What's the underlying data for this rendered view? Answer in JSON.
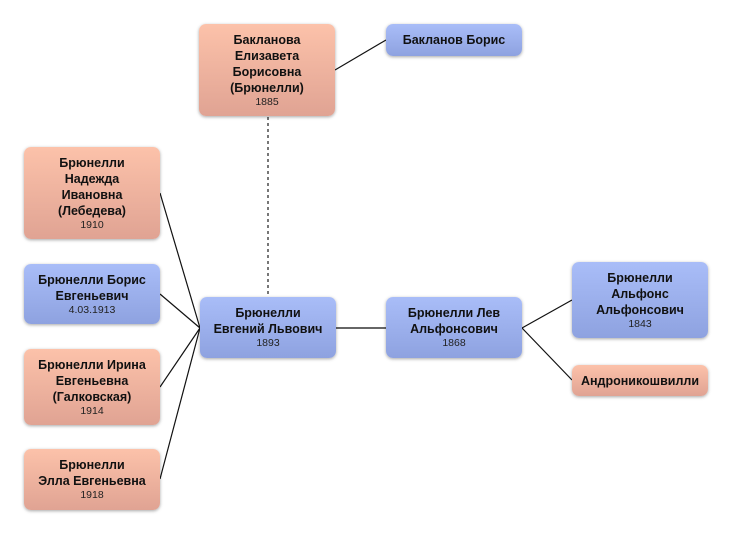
{
  "colors": {
    "female": "#f4b39f",
    "male": "#9fb3f0",
    "line": "#111111",
    "dashed": "#777777"
  },
  "people": {
    "baklanova": {
      "name": "Бакланова\nЕлизавета\nБорисовна\n(Брюнелли)",
      "year": "1885",
      "gender": "female"
    },
    "baklanov": {
      "name": "Бакланов Борис",
      "year": "",
      "gender": "male"
    },
    "nadezhda": {
      "name": "Брюнелли\nНадежда\nИвановна\n(Лебедева)",
      "year": "1910",
      "gender": "female"
    },
    "boris": {
      "name": "Брюнелли Борис\nЕвгеньевич",
      "year": "4.03.1913",
      "gender": "male"
    },
    "irina": {
      "name": "Брюнелли Ирина\nЕвгеньевна\n(Галковская)",
      "year": "1914",
      "gender": "female"
    },
    "ella": {
      "name": "Брюнелли\nЭлла Евгеньевна",
      "year": "1918",
      "gender": "female"
    },
    "evgeny": {
      "name": "Брюнелли\nЕвгений Львович",
      "year": "1893",
      "gender": "male"
    },
    "lev": {
      "name": "Брюнелли Лев\nАльфонсович",
      "year": "1868",
      "gender": "male"
    },
    "alfons": {
      "name": "Брюнелли\nАльфонс\nАльфонсович",
      "year": "1843",
      "gender": "male"
    },
    "andronikoshvili": {
      "name": "Андроникошвилли",
      "year": "",
      "gender": "female"
    }
  },
  "relations": [
    {
      "from": "baklanova",
      "to": "baklanov",
      "type": "parent"
    },
    {
      "from": "baklanova",
      "to": "evgeny",
      "type": "spouse"
    },
    {
      "from": "evgeny",
      "to": "nadezhda",
      "type": "child"
    },
    {
      "from": "evgeny",
      "to": "boris",
      "type": "child"
    },
    {
      "from": "evgeny",
      "to": "irina",
      "type": "child"
    },
    {
      "from": "evgeny",
      "to": "ella",
      "type": "child"
    },
    {
      "from": "evgeny",
      "to": "lev",
      "type": "parent"
    },
    {
      "from": "lev",
      "to": "alfons",
      "type": "parent"
    },
    {
      "from": "lev",
      "to": "andronikoshvili",
      "type": "parent"
    }
  ]
}
